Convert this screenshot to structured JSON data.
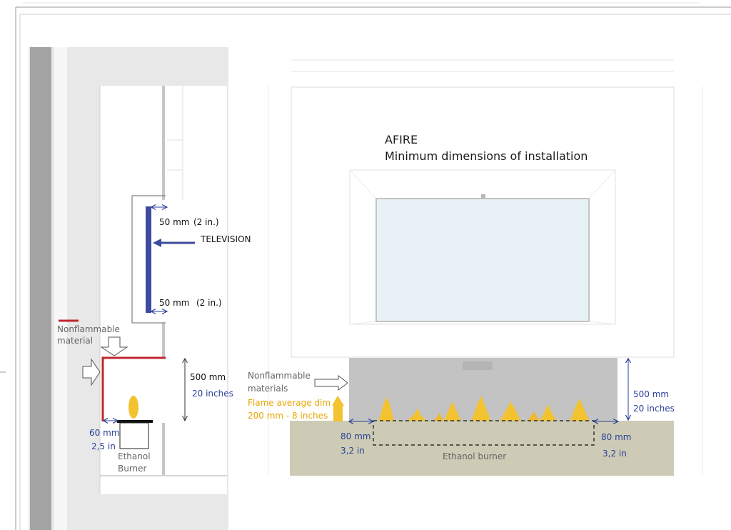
{
  "title": {
    "line1": "AFIRE",
    "line2": "Minimum dimensions of installation"
  },
  "side_view": {
    "television": "TELEVISION",
    "clearance_top": {
      "mm": "50 mm",
      "inches": "(2 in.)"
    },
    "clearance_bottom": {
      "mm": "50 mm",
      "inches": "(2 in.)"
    },
    "nonflammable_line1": "Nonflammable",
    "nonflammable_line2": "material",
    "height": {
      "mm": "500 mm",
      "inches": "20 inches"
    },
    "side_gap": {
      "mm": "60 mm",
      "inches": "2,5 in"
    },
    "burner_line1": "Ethanol",
    "burner_line2": "Burner"
  },
  "front_view": {
    "nonflammable_line1": "Nonflammable",
    "nonflammable_line2": "materials",
    "flame_line1": "Flame average dim",
    "flame_line2": "200 mm - 8 inches",
    "height": {
      "mm": "500 mm",
      "inches": "20 inches"
    },
    "left_gap": {
      "mm": "80 mm",
      "inches": "3,2 in"
    },
    "right_gap": {
      "mm": "80 mm",
      "inches": "3,2 in"
    },
    "burner": "Ethanol burner"
  },
  "colors": {
    "dimension_blue": "#2a3f9a",
    "television_blue": "#3d4a9e",
    "nonflammable_red": "#c0262e",
    "flame_yellow": "#f2c230",
    "flame_label_orange": "#e8a500",
    "hearth_beige": "#cdcbb5",
    "wall_grey": "#bdbdbd"
  }
}
